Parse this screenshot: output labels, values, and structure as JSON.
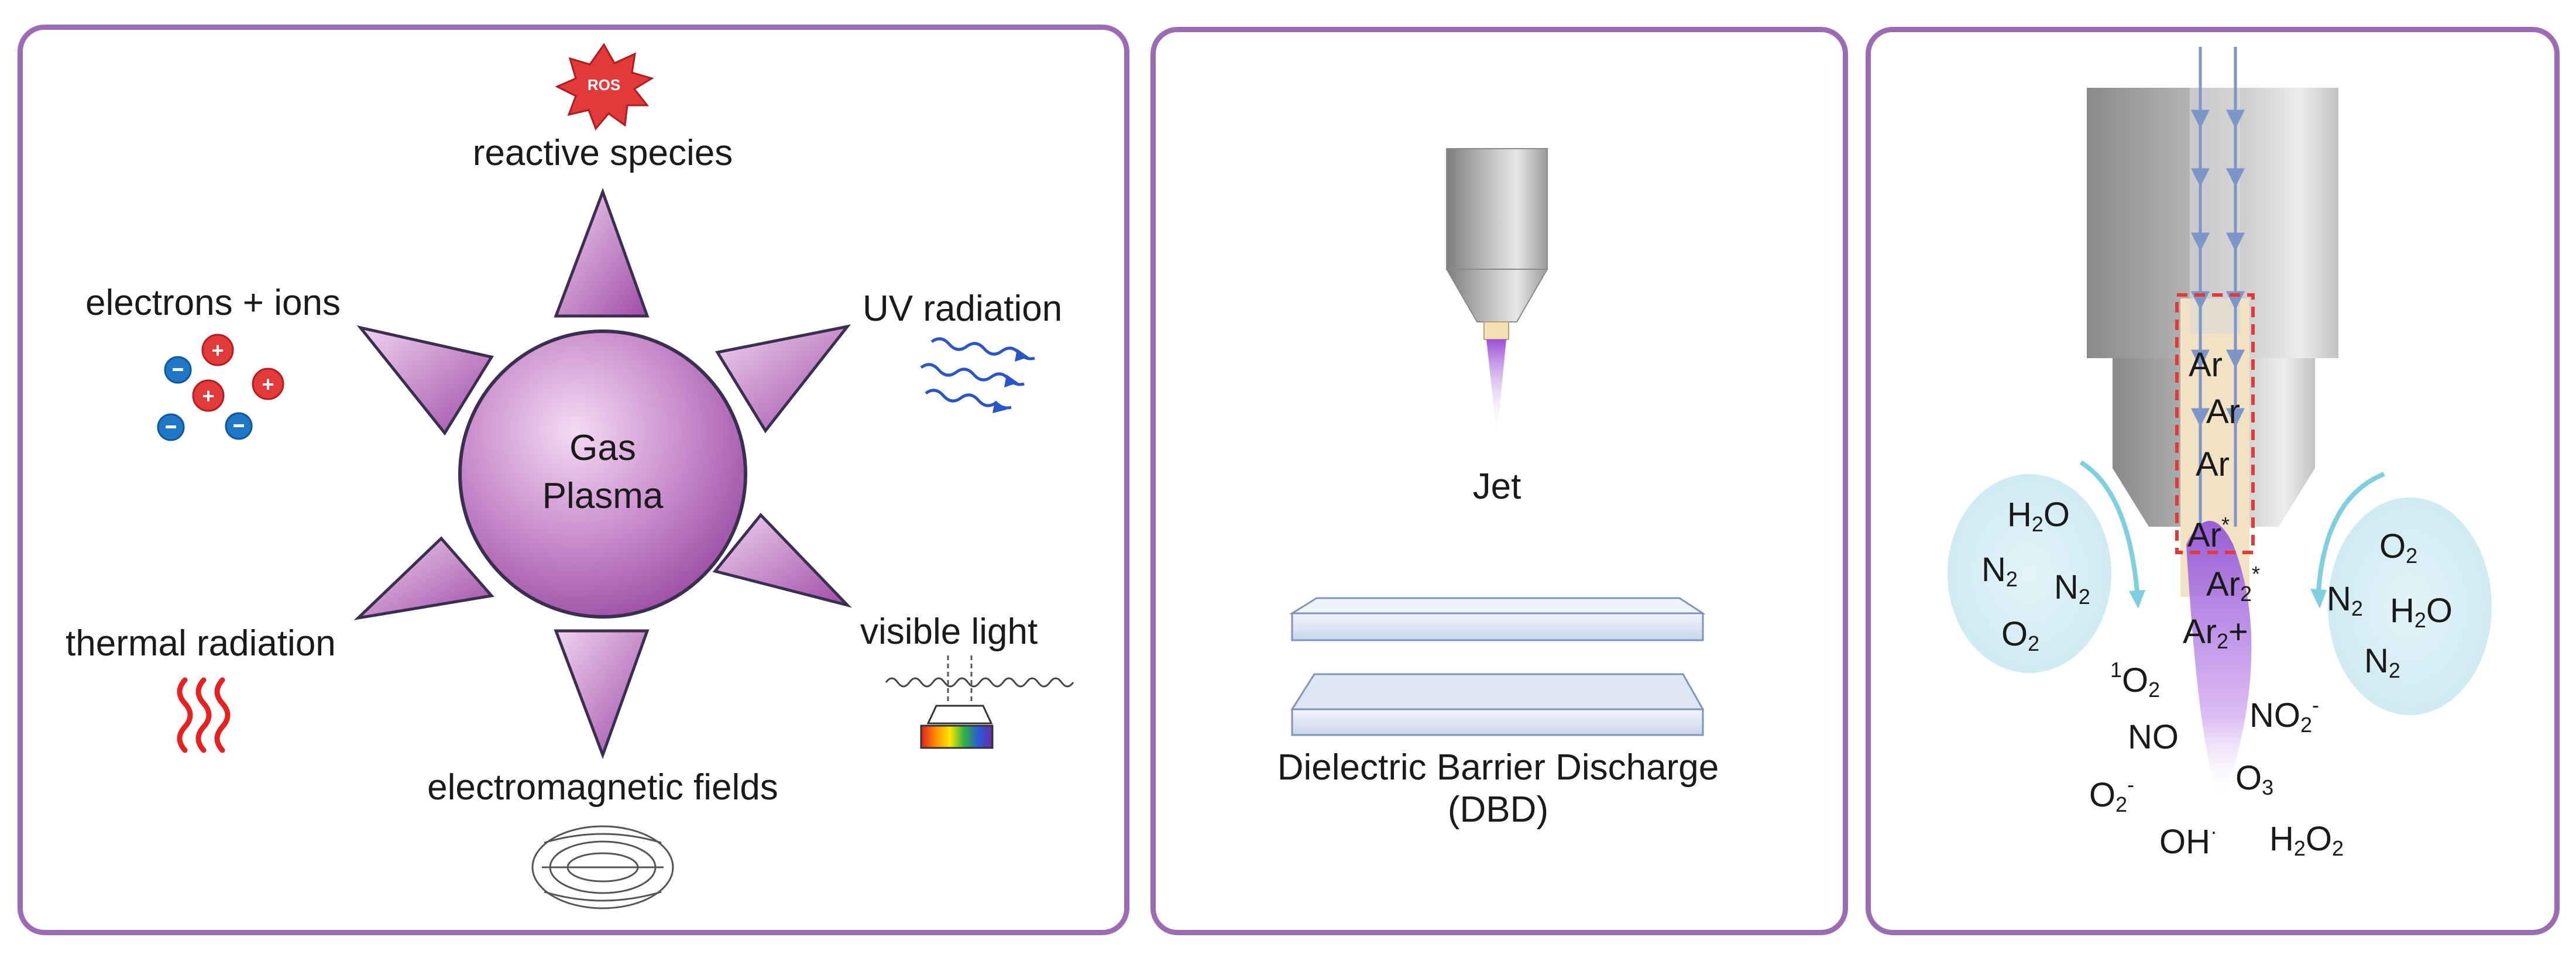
{
  "panel1": {
    "center": {
      "line1": "Gas",
      "line2": "Plasma"
    },
    "ros_badge": "ROS",
    "reactive_species": "reactive species",
    "electrons_ions": "electrons + ions",
    "uv_radiation": "UV radiation",
    "thermal_radiation": "thermal radiation",
    "visible_light": "visible light",
    "electromagnetic_fields": "electromagnetic fields"
  },
  "panel2": {
    "jet": "Jet",
    "dbd_line1": "Dielectric Barrier Discharge",
    "dbd_line2": "(DBD)"
  },
  "panel3": {
    "ar1": "Ar",
    "ar2": "Ar",
    "ar3": "Ar",
    "ar_star": "Ar",
    "ar2_star": "Ar",
    "ar2_plus": "Ar",
    "left_cloud": [
      "H",
      "N",
      "N",
      "O"
    ],
    "right_cloud": [
      "O",
      "N",
      "H",
      "N"
    ],
    "singlet_o2": "O",
    "no": "NO",
    "no2": "NO",
    "o3": "O",
    "o2_minus": "O",
    "oh": "OH",
    "h2o2": "H"
  },
  "colors": {
    "panel_border": "#9b6bb3",
    "triangle": "#a556ad",
    "plasma": "#b064b8",
    "cloud": "#d3edf3",
    "dashed_box": "#e23a3a",
    "flow_arrow": "#7d96c8"
  }
}
